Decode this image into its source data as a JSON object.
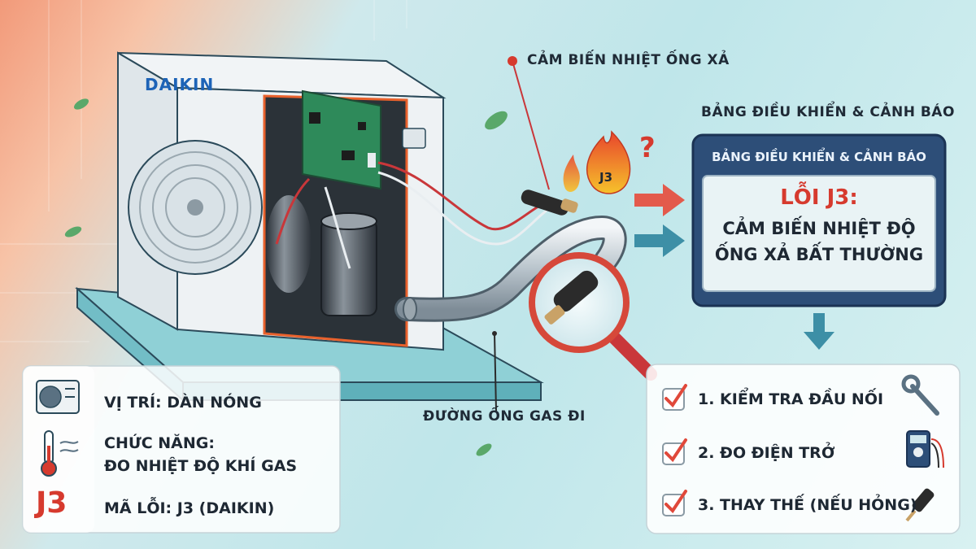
{
  "brand": "DAIKIN",
  "labels": {
    "sensor": "CẢM BIẾN NHIỆT ỐNG XẢ",
    "pipe": "ĐƯỜNG ỐNG GAS ĐI",
    "panel_title": "BẢNG ĐIỀU KHIỂN & CẢNH BÁO",
    "flame_code": "J3",
    "question": "?"
  },
  "panel": {
    "header": "BẢNG ĐIỀU KHIỂN & CẢNH BÁO",
    "error_code": "LỖI J3:",
    "desc_line1": "CẢM BIẾN NHIỆT ĐỘ",
    "desc_line2": "ỐNG XẢ BẤT THƯỜNG"
  },
  "info": {
    "location": "VỊ TRÍ: DÀN NÓNG",
    "function_line1": "CHỨC NĂNG:",
    "function_line2": "ĐO NHIỆT ĐỘ KHÍ GAS",
    "error_code": "MÃ LỖI: J3 (DAIKIN)",
    "badge": "J3"
  },
  "steps": [
    {
      "label": "1. KIỂM TRA ĐẦU NỐI",
      "icon": "wrench-icon"
    },
    {
      "label": "2. ĐO ĐIỆN TRỞ",
      "icon": "multimeter-icon"
    },
    {
      "label": "3. THAY THẾ (NẾU HỎNG)",
      "icon": "sensor-probe-icon"
    }
  ],
  "colors": {
    "accent_red": "#d63a2e",
    "brand_blue": "#1d63b7",
    "panel_navy": "#2d4e78",
    "check_red": "#e0483a"
  }
}
